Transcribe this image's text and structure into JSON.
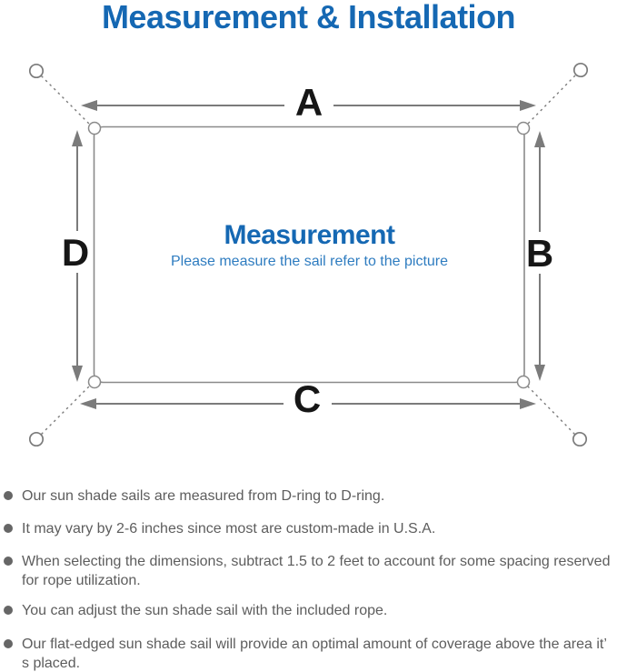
{
  "title": "Measurement & Installation",
  "diagram": {
    "dimension_labels": {
      "top": "A",
      "right": "B",
      "bottom": "C",
      "left": "D"
    },
    "center_title": "Measurement",
    "center_subtitle": "Please measure the sail refer to the picture"
  },
  "notes": [
    "Our sun shade sails are measured from D-ring to D-ring.",
    "It may vary by 2-6 inches since most are custom-made in U.S.A.",
    "When selecting the dimensions, subtract 1.5 to 2 feet to account for some spacing reserved for rope utilization.",
    "You can adjust the sun shade sail with the included rope.",
    "Our flat-edged sun shade sail will provide an optimal amount of coverage above the area it’ s placed."
  ],
  "colors": {
    "title_blue": "#1568b3",
    "subtitle_blue": "#2e7cc0",
    "line_gray": "#7b7b7b",
    "rect_gray": "#8a8a8a",
    "label_black": "#161616",
    "note_gray": "#5d5d5d",
    "bullet_gray": "#666666"
  }
}
